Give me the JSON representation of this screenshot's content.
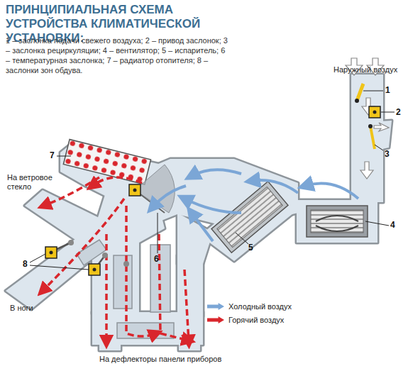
{
  "diagram": {
    "title": "ПРИНЦИПИАЛЬНАЯ СХЕМА УСТРОЙСТВА КЛИМАТИЧЕСКОЙ УСТАНОВКИ:",
    "caption": "1 – заслонка подачи свежего воздуха; 2 – привод заслонок; 3 – заслонка рециркуляции; 4 – вентилятор; 5 – испаритель; 6 – температурная заслонка; 7 – радиатор отопителя; 8 – заслонки зон обдува.",
    "labels": [
      "Наружный воздух",
      "1",
      "2",
      "3",
      "4",
      "5",
      "6",
      "7",
      "8",
      "На ветровое стекло",
      "В ноги",
      "На дефлекторы панели приборов"
    ],
    "legend": [
      {
        "text": "Холодный воздух",
        "color": "#7ba6d6"
      },
      {
        "text": "Горячий воздух",
        "color": "#d9262c"
      }
    ]
  }
}
